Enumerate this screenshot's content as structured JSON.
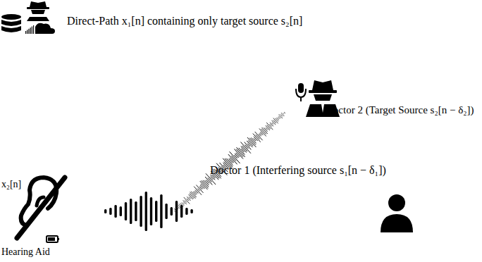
{
  "diagram": {
    "labels": [
      "Direct-Path x₁[n] containing only target source s₂[n]",
      "Doctor 2 (Target Source s₂[n − δ₂])",
      "Doctor 1 (Interfering source s₁[n − δ₁])",
      "x₂[n]",
      "Hearing Aid"
    ]
  }
}
